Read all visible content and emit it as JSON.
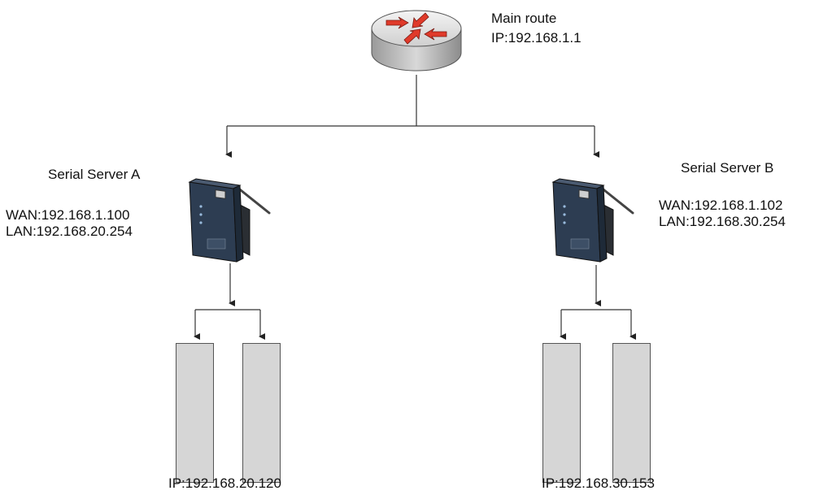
{
  "router": {
    "title": "Main route",
    "ip": "IP:192.168.1.1"
  },
  "server_a": {
    "title": "Serial Server A",
    "wan": "WAN:192.168.1.100",
    "lan": "LAN:192.168.20.254",
    "terminals_ip": "IP:192.168.20.120"
  },
  "server_b": {
    "title": "Serial Server B",
    "wan": "WAN:192.168.1.102",
    "lan": "LAN:192.168.30.254",
    "terminals_ip": "IP:192.168.30.153"
  }
}
